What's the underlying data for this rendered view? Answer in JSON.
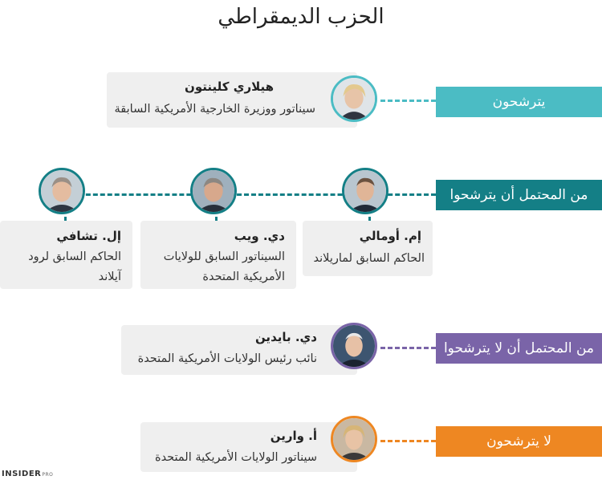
{
  "title": "الحزب الديمقراطي",
  "categories": [
    {
      "label": "يترشحون",
      "color": "#4bbcc4"
    },
    {
      "label": "من المحتمل أن يترشحوا",
      "color": "#147f86"
    },
    {
      "label": "من المحتمل أن لا يترشحوا",
      "color": "#7a64a8"
    },
    {
      "label": "لا يترشحون",
      "color": "#ee8722"
    }
  ],
  "people": [
    {
      "name": "هيلاري كلينتون",
      "desc": "سيناتور ووزيرة الخارجية الأمريكية السابقة",
      "icon": "portrait-hillary-clinton"
    },
    {
      "name": "إم. أومالي",
      "desc": "الحاكم السابق لماريلاند",
      "icon": "portrait-martin-omalley"
    },
    {
      "name": "دي. ويب",
      "desc_line1": "السيناتور السابق للولايات",
      "desc_line2": "الأمريكية المتحدة",
      "icon": "portrait-jim-webb"
    },
    {
      "name": "إل. تشافي",
      "desc_line1": "الحاكم السابق لرود",
      "desc_line2": "آيلاند",
      "icon": "portrait-lincoln-chafee"
    },
    {
      "name": "دي. بايدين",
      "desc": "نائب رئيس الولايات الأمريكية المتحدة",
      "icon": "portrait-joe-biden"
    },
    {
      "name": "أ. وارين",
      "desc": "سيناتور الولايات الأمريكية المتحدة",
      "icon": "portrait-elizabeth-warren"
    }
  ],
  "logo": {
    "main": "INSIDER",
    "sub": "PRO"
  }
}
